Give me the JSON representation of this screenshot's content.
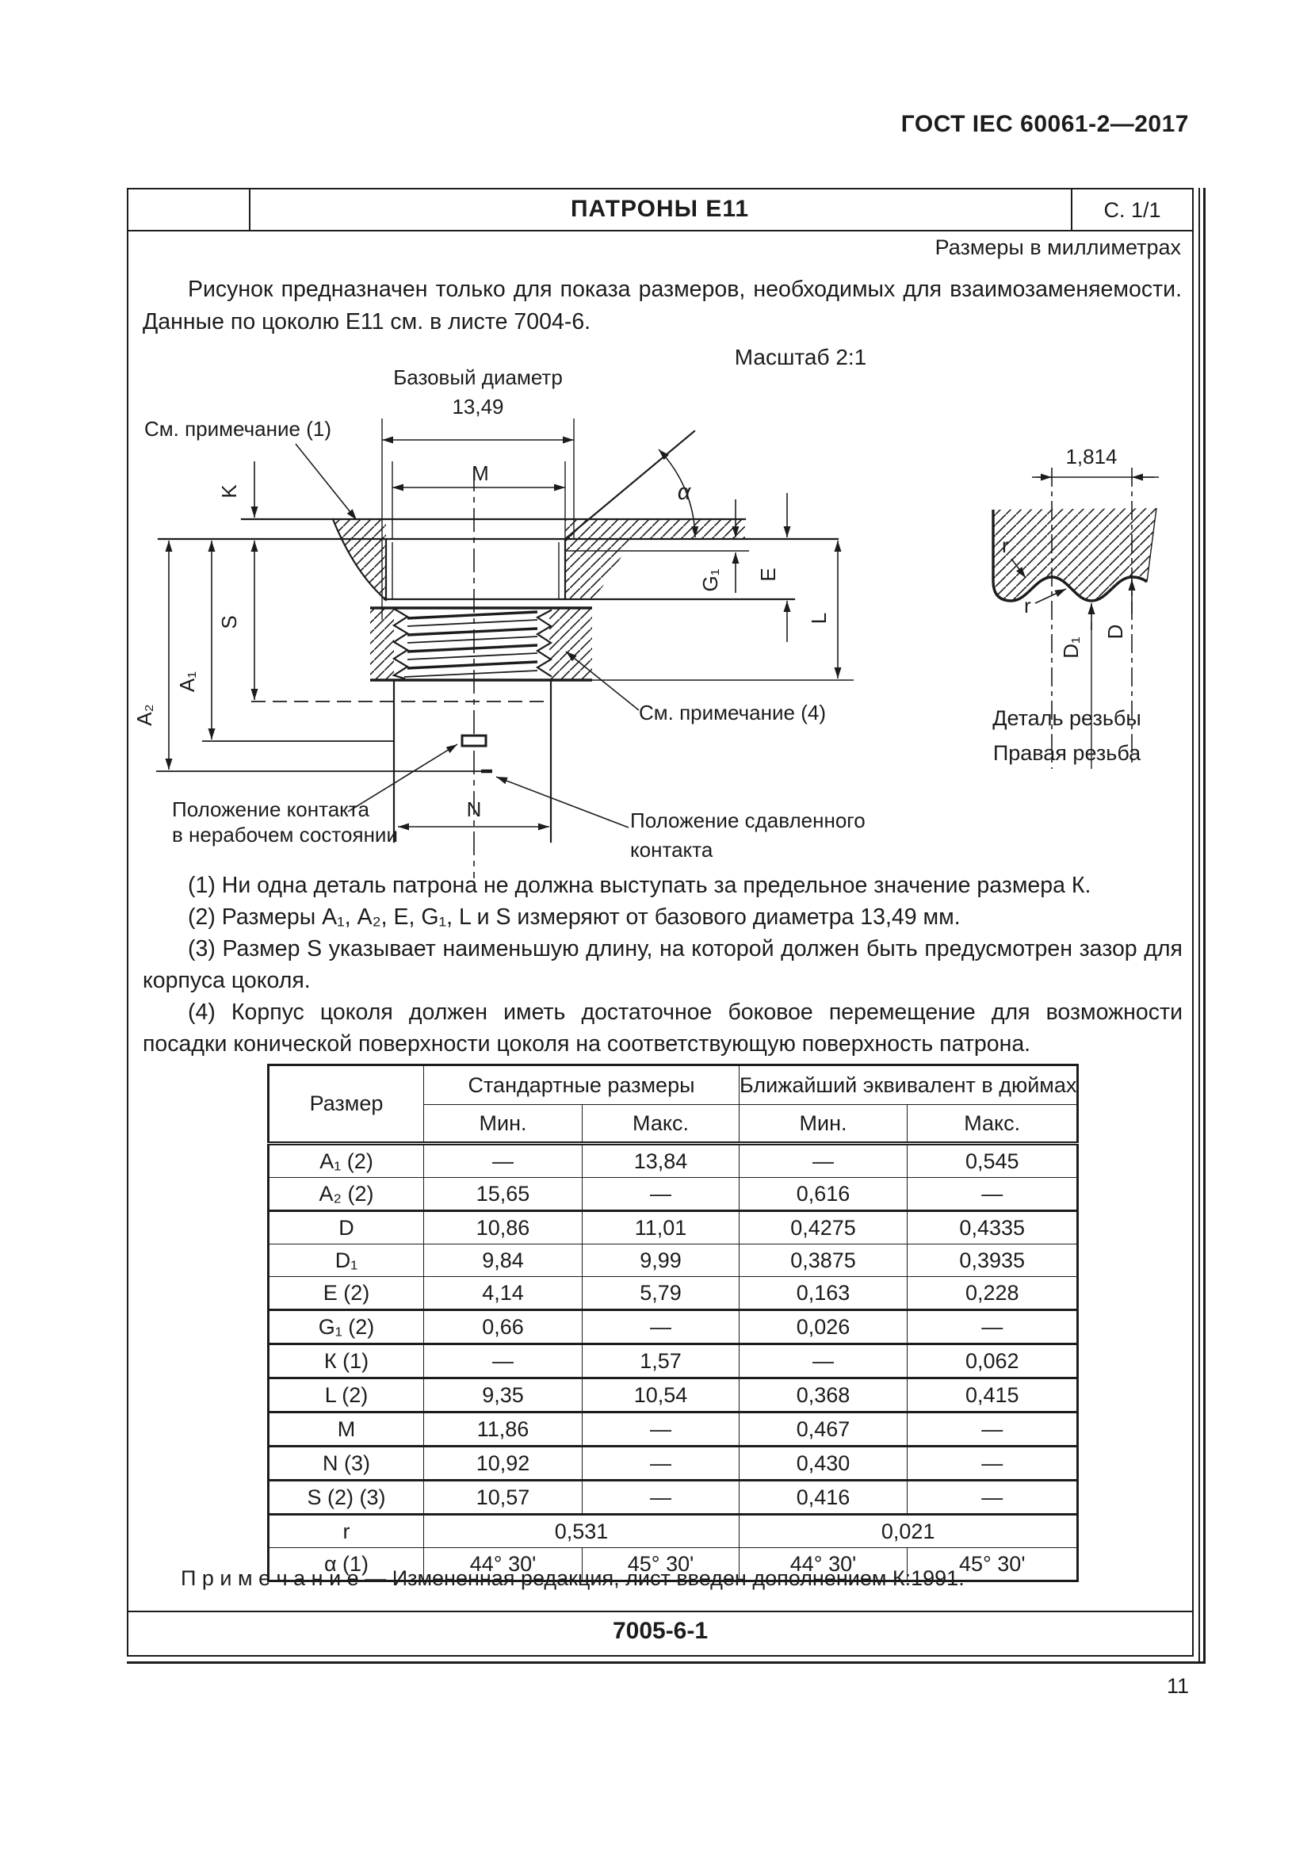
{
  "document": {
    "standard": "ГОСТ IEC 60061-2—2017",
    "sheet_code": "7005-6-1",
    "page_number": "11"
  },
  "sheet_header": {
    "title": "ПАТРОНЫ Е11",
    "page_ref": "С. 1/1"
  },
  "intro": {
    "units": "Размеры в миллиметрах",
    "line1": "Рисунок предназначен только для показа размеров, необходимых для взаимозаменяемости.",
    "line2": "Данные по цоколю Е11 см. в листе 7004-6.",
    "scale": "Масштаб 2:1"
  },
  "drawing": {
    "base_diameter_label": "Базовый диаметр",
    "base_diameter_value": "13,49",
    "labels": {
      "m": "M",
      "k": "K",
      "alpha": "α",
      "g1": "G₁",
      "e": "E",
      "l": "L",
      "s": "S",
      "a1": "A₁",
      "a2": "A₂",
      "n": "N"
    },
    "see_note_1": "См. примечание (1)",
    "see_note_4": "См. примечание (4)",
    "contact_rest": [
      "Положение контакта",
      "в нерабочем состоянии"
    ],
    "contact_pressed": [
      "Положение сдавленного",
      "контакта"
    ],
    "thread_detail": {
      "pitch": "1,814",
      "r_label": "r",
      "d1_label": "D₁",
      "d_label": "D",
      "caption_line1": "Деталь резьбы",
      "caption_line2": "Правая резьба"
    }
  },
  "notes": [
    "(1) Ни одна деталь патрона не должна выступать за предельное значение размера К.",
    "(2) Размеры А₁, А₂, Е, G₁, L и S измеряют от базового диаметра 13,49 мм.",
    "(3) Размер S указывает наименьшую длину, на которой должен быть предусмотрен зазор для корпуса цоколя.",
    "(4) Корпус цоколя должен иметь достаточное боковое перемещение для возможности посадки конической поверхности цоколя на соответствующую поверхность патрона."
  ],
  "table": {
    "col_headers": {
      "size": "Размер",
      "standard_group": "Стандартные размеры",
      "inch_group": "Ближайший эквивалент в дюймах",
      "min": "Мин.",
      "max": "Макс."
    },
    "rows": [
      {
        "name": "А₁ (2)",
        "std_min": "—",
        "std_max": "13,84",
        "in_min": "—",
        "in_max": "0,545",
        "thick": false
      },
      {
        "name": "А₂ (2)",
        "std_min": "15,65",
        "std_max": "—",
        "in_min": "0,616",
        "in_max": "—",
        "thick": true
      },
      {
        "name": "D",
        "std_min": "10,86",
        "std_max": "11,01",
        "in_min": "0,4275",
        "in_max": "0,4335",
        "thick": false
      },
      {
        "name": "D₁",
        "std_min": "9,84",
        "std_max": "9,99",
        "in_min": "0,3875",
        "in_max": "0,3935",
        "thick": false
      },
      {
        "name": "Е (2)",
        "std_min": "4,14",
        "std_max": "5,79",
        "in_min": "0,163",
        "in_max": "0,228",
        "thick": true
      },
      {
        "name": "G₁ (2)",
        "std_min": "0,66",
        "std_max": "—",
        "in_min": "0,026",
        "in_max": "—",
        "thick": true
      },
      {
        "name": "К (1)",
        "std_min": "—",
        "std_max": "1,57",
        "in_min": "—",
        "in_max": "0,062",
        "thick": true
      },
      {
        "name": "L (2)",
        "std_min": "9,35",
        "std_max": "10,54",
        "in_min": "0,368",
        "in_max": "0,415",
        "thick": true
      },
      {
        "name": "М",
        "std_min": "11,86",
        "std_max": "—",
        "in_min": "0,467",
        "in_max": "—",
        "thick": true
      },
      {
        "name": "N (3)",
        "std_min": "10,92",
        "std_max": "—",
        "in_min": "0,430",
        "in_max": "—",
        "thick": true
      },
      {
        "name": "S (2) (3)",
        "std_min": "10,57",
        "std_max": "—",
        "in_min": "0,416",
        "in_max": "—",
        "thick": true
      },
      {
        "name": "r",
        "std_span": "0,531",
        "in_span": "0,021",
        "thick": false
      },
      {
        "name": "α (1)",
        "std_min": "44° 30'",
        "std_max": "45° 30'",
        "in_min": "44° 30'",
        "in_max": "45° 30'",
        "thick": false
      }
    ]
  },
  "footnote": "П р и м е ч а н и е  —  Измененная редакция, лист введен дополнением К:1991."
}
